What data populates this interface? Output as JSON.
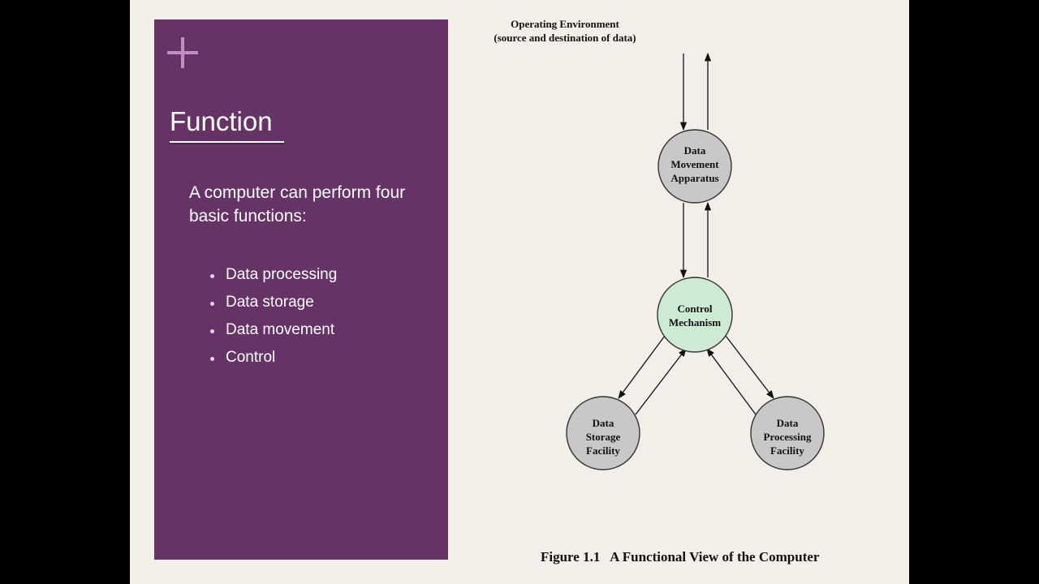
{
  "slide": {
    "title": "Function",
    "intro": "A computer can perform four basic functions:",
    "bullets": [
      "Data processing",
      "Data storage",
      "Data movement",
      "Control"
    ]
  },
  "diagram": {
    "environment": {
      "line1": "Operating Environment",
      "line2": "(source and destination of data)"
    },
    "nodes": {
      "movement": {
        "lines": [
          "Data",
          "Movement",
          "Apparatus"
        ],
        "fill": "#c8c8c8"
      },
      "control": {
        "lines": [
          "Control",
          "Mechanism"
        ],
        "fill": "#cdebd2"
      },
      "storage": {
        "lines": [
          "Data",
          "Storage",
          "Facility"
        ],
        "fill": "#c8c8c8"
      },
      "processing": {
        "lines": [
          "Data",
          "Processing",
          "Facility"
        ],
        "fill": "#c8c8c8"
      }
    },
    "caption": "Figure 1.1   A Functional View of the Computer"
  },
  "colors": {
    "panel": "#663366",
    "accent": "#c58bc6",
    "background": "#f2efe8"
  }
}
